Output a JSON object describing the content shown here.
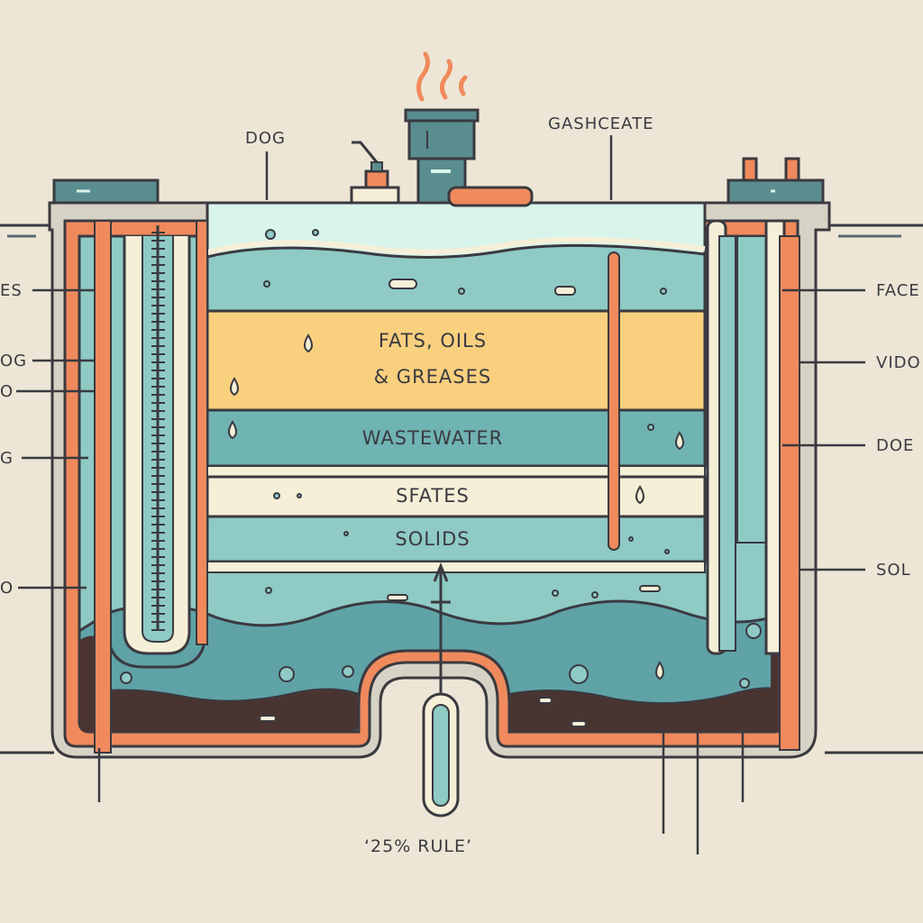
{
  "labels": {
    "top_left": "DOG",
    "top_right": "GASHCEATE",
    "left": [
      "ES",
      "OG",
      "O",
      "G",
      "O"
    ],
    "right": [
      "FACE",
      "VIDO",
      "DOE",
      "SOL"
    ],
    "bottom": "‘25% RULE’"
  },
  "layers": {
    "fog_line1": "FATS, OILS",
    "fog_line2": "& GREASES",
    "wastewater": "WASTEWATER",
    "sfates": "SFATES",
    "solids": "SOLIDS"
  },
  "colors": {
    "background": "#ede6d6",
    "outline": "#3a3a40",
    "wall": "#d6d3c6",
    "orange": "#f08a5d",
    "water": "#8fcac5",
    "water_dark": "#5fa3a7",
    "fog": "#f9d07e",
    "cream": "#f6efd8",
    "sludge": "#4a3432"
  }
}
